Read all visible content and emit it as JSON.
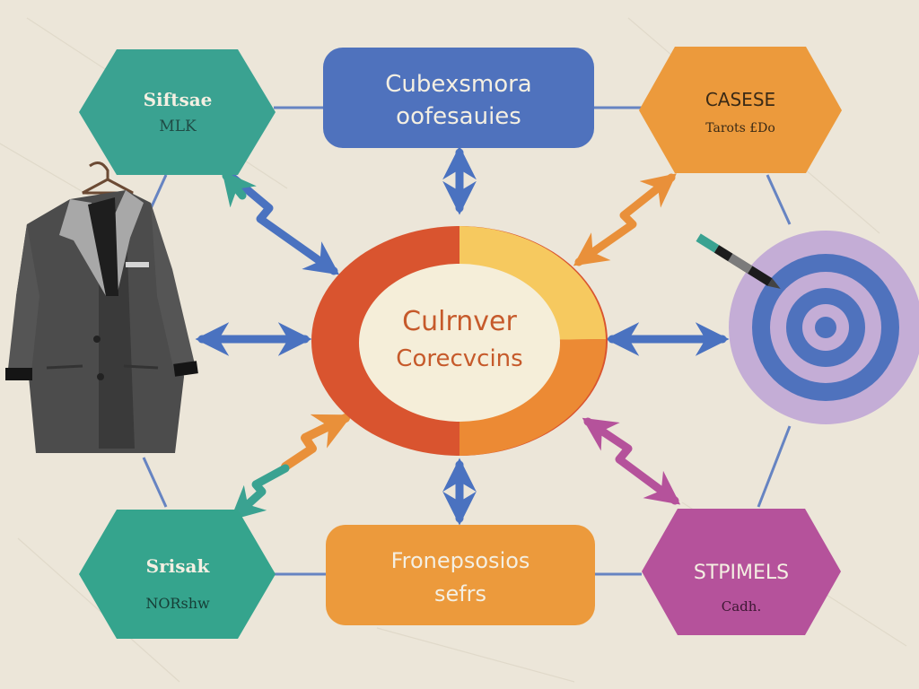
{
  "center": {
    "line1": "Culrnver",
    "line2": "Corecvcins",
    "colors": {
      "red": "#d9542f",
      "yellow": "#f6c95f",
      "orange": "#ec8a34",
      "core": "#f5eed9",
      "text": "#c65a2b"
    }
  },
  "nodes": {
    "top_left": {
      "title": "Siftsae",
      "subtitle": "MLK",
      "color": "#3aa291"
    },
    "top_center": {
      "title": "Cubexsmora",
      "subtitle": "oofesauies",
      "color": "#4f72bd"
    },
    "top_right": {
      "title": "CASESE",
      "subtitle": "Tarots £Do",
      "color": "#ec9a3c"
    },
    "bottom_left": {
      "title": "Srisak",
      "subtitle": "NORshw",
      "color": "#35a48d"
    },
    "bottom_center": {
      "title": "Fronepsosios",
      "subtitle": "sefrs",
      "color": "#ec9a3c"
    },
    "bottom_right": {
      "title": "STPIMELS",
      "subtitle": "Cadh.",
      "color": "#b5529b"
    }
  },
  "illustrations": {
    "left": "blazer-jacket-illustration",
    "right": "target-with-pen-illustration"
  },
  "palette": {
    "background": "#ece6d9",
    "blue_arrow": "#4a72c0",
    "teal_arrow": "#3aa291",
    "orange_arrow": "#e9903a",
    "magenta_arrow": "#b5529b",
    "connector": "#4f72bd"
  }
}
